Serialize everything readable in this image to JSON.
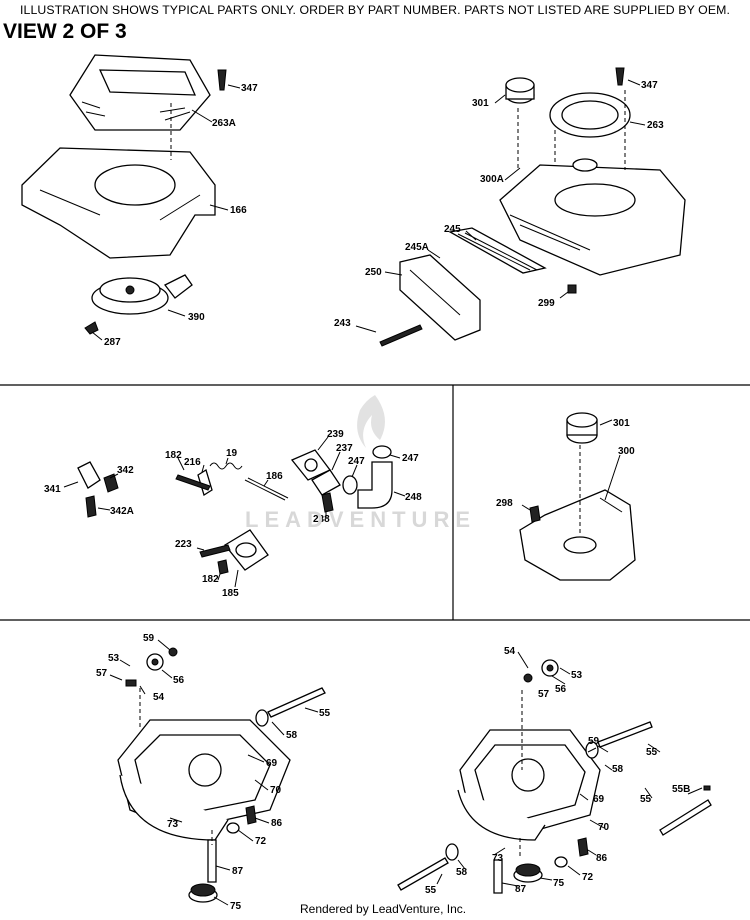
{
  "header": {
    "notice": "ILLUSTRATION SHOWS TYPICAL PARTS ONLY. ORDER BY PART NUMBER. PARTS NOT LISTED ARE SUPPLIED BY OEM.",
    "view": "VIEW 2 OF 3"
  },
  "footer": {
    "rendered_by": "Rendered by LeadVenture, Inc."
  },
  "watermark": {
    "text": "LEADVENTURE",
    "icon": "flame-logo-icon"
  },
  "callouts": {
    "blower_housing": [
      "347",
      "263A",
      "166",
      "390",
      "287"
    ],
    "fuel_tank_top": [
      "301",
      "347",
      "263",
      "300A",
      "245",
      "245A",
      "250",
      "299",
      "243"
    ],
    "controls": [
      "341",
      "342",
      "342A",
      "182",
      "216",
      "19",
      "186",
      "239",
      "237",
      "247",
      "247",
      "248",
      "238",
      "223",
      "182",
      "185"
    ],
    "fuel_tank_side": [
      "301",
      "300",
      "298"
    ],
    "crankcase_left": [
      "59",
      "53",
      "57",
      "54",
      "56",
      "55",
      "58",
      "69",
      "70",
      "73",
      "86",
      "72",
      "87",
      "75"
    ],
    "crankcase_right": [
      "54",
      "57",
      "56",
      "53",
      "59",
      "55",
      "58",
      "69",
      "70",
      "55B",
      "55",
      "73",
      "86",
      "72",
      "55",
      "58",
      "87",
      "75"
    ]
  }
}
